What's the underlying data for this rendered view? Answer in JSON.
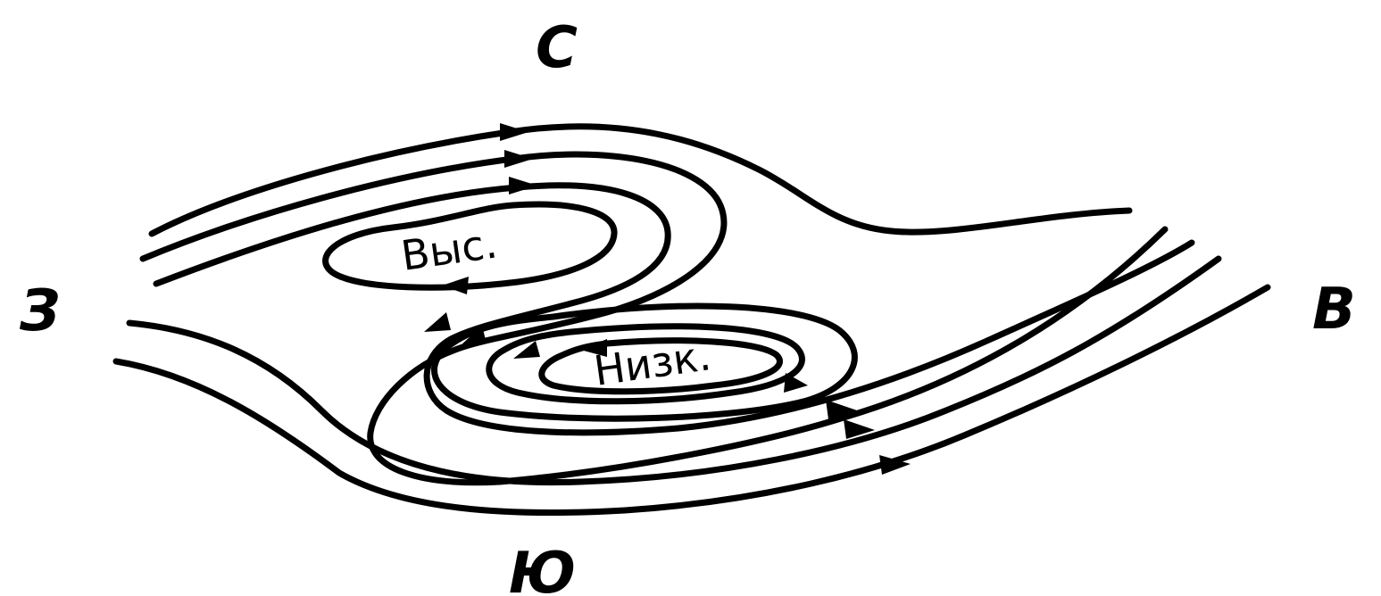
{
  "compass": {
    "north": "С",
    "south": "Ю",
    "west": "З",
    "east": "В"
  },
  "centers": {
    "high": "Выс.",
    "low": "Низк."
  }
}
